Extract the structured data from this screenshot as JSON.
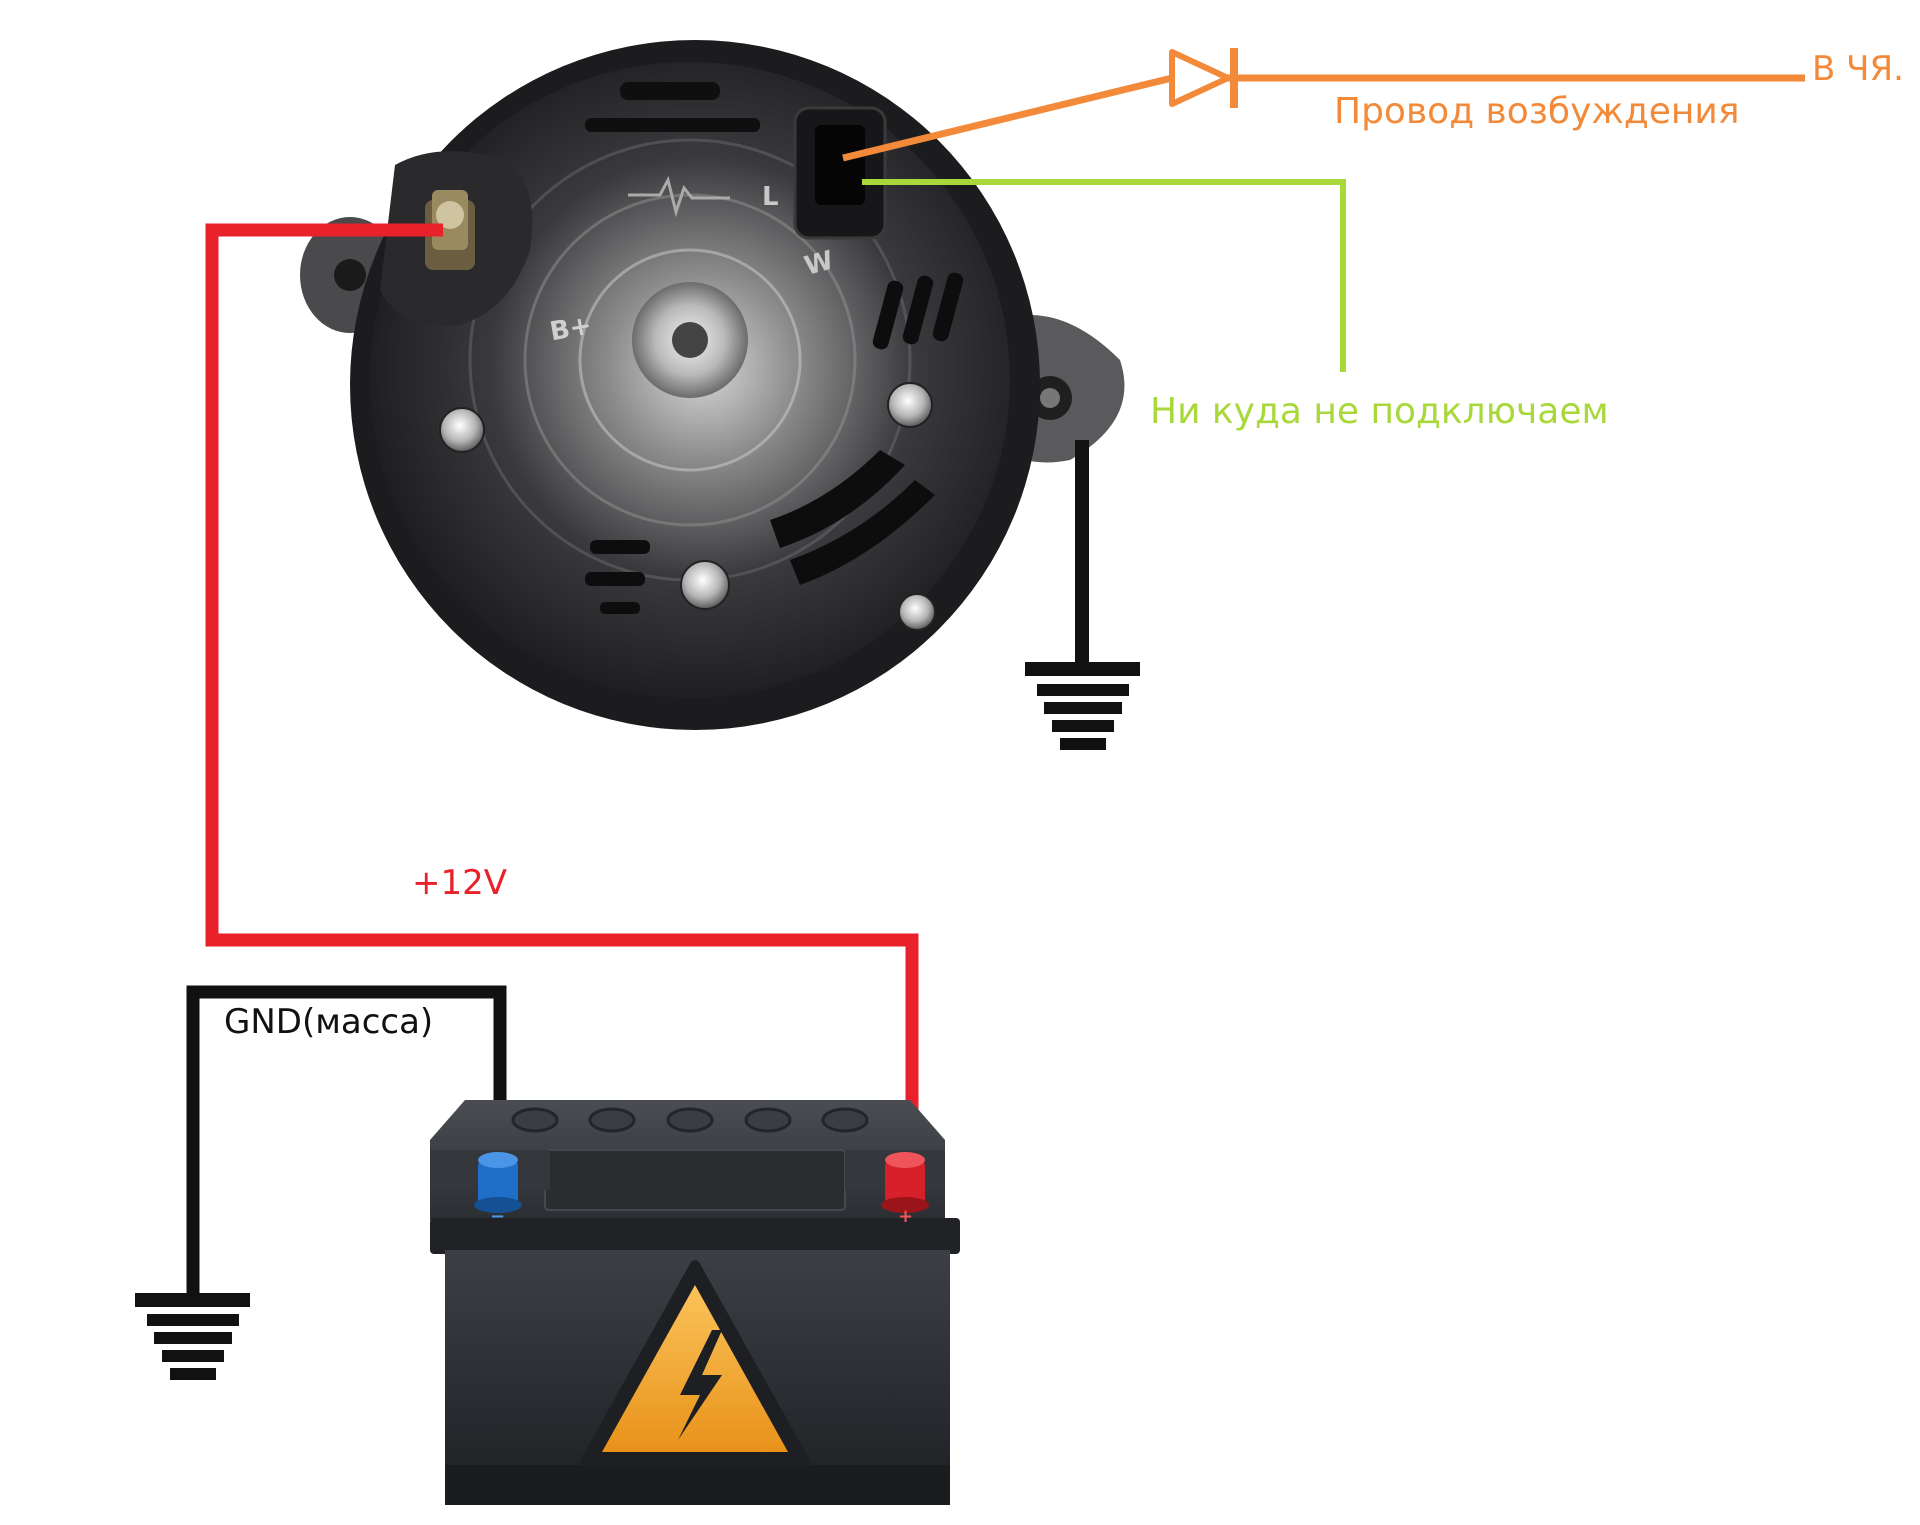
{
  "labels": {
    "to_tachometer": "В ЧЯ.",
    "excitation_wire": "Провод возбуждения",
    "not_connected": "Ни куда не подключаем",
    "plus_12v": "+12V",
    "ground": "GND(масса)"
  },
  "alternator": {
    "terminal_b_plus": "B+",
    "terminal_l": "L",
    "terminal_w": "W"
  },
  "battery": {
    "minus_mark": "−",
    "plus_mark": "+"
  },
  "colors": {
    "positive_wire": "#e8212b",
    "ground_wire": "#111111",
    "excitation_wire": "#f28a3a",
    "unused_wire": "#a8d83a",
    "battery_body": "#2f3236",
    "warning_triangle": "#f6a623",
    "minus_terminal": "#1f6fc9",
    "plus_terminal": "#d6202a"
  }
}
